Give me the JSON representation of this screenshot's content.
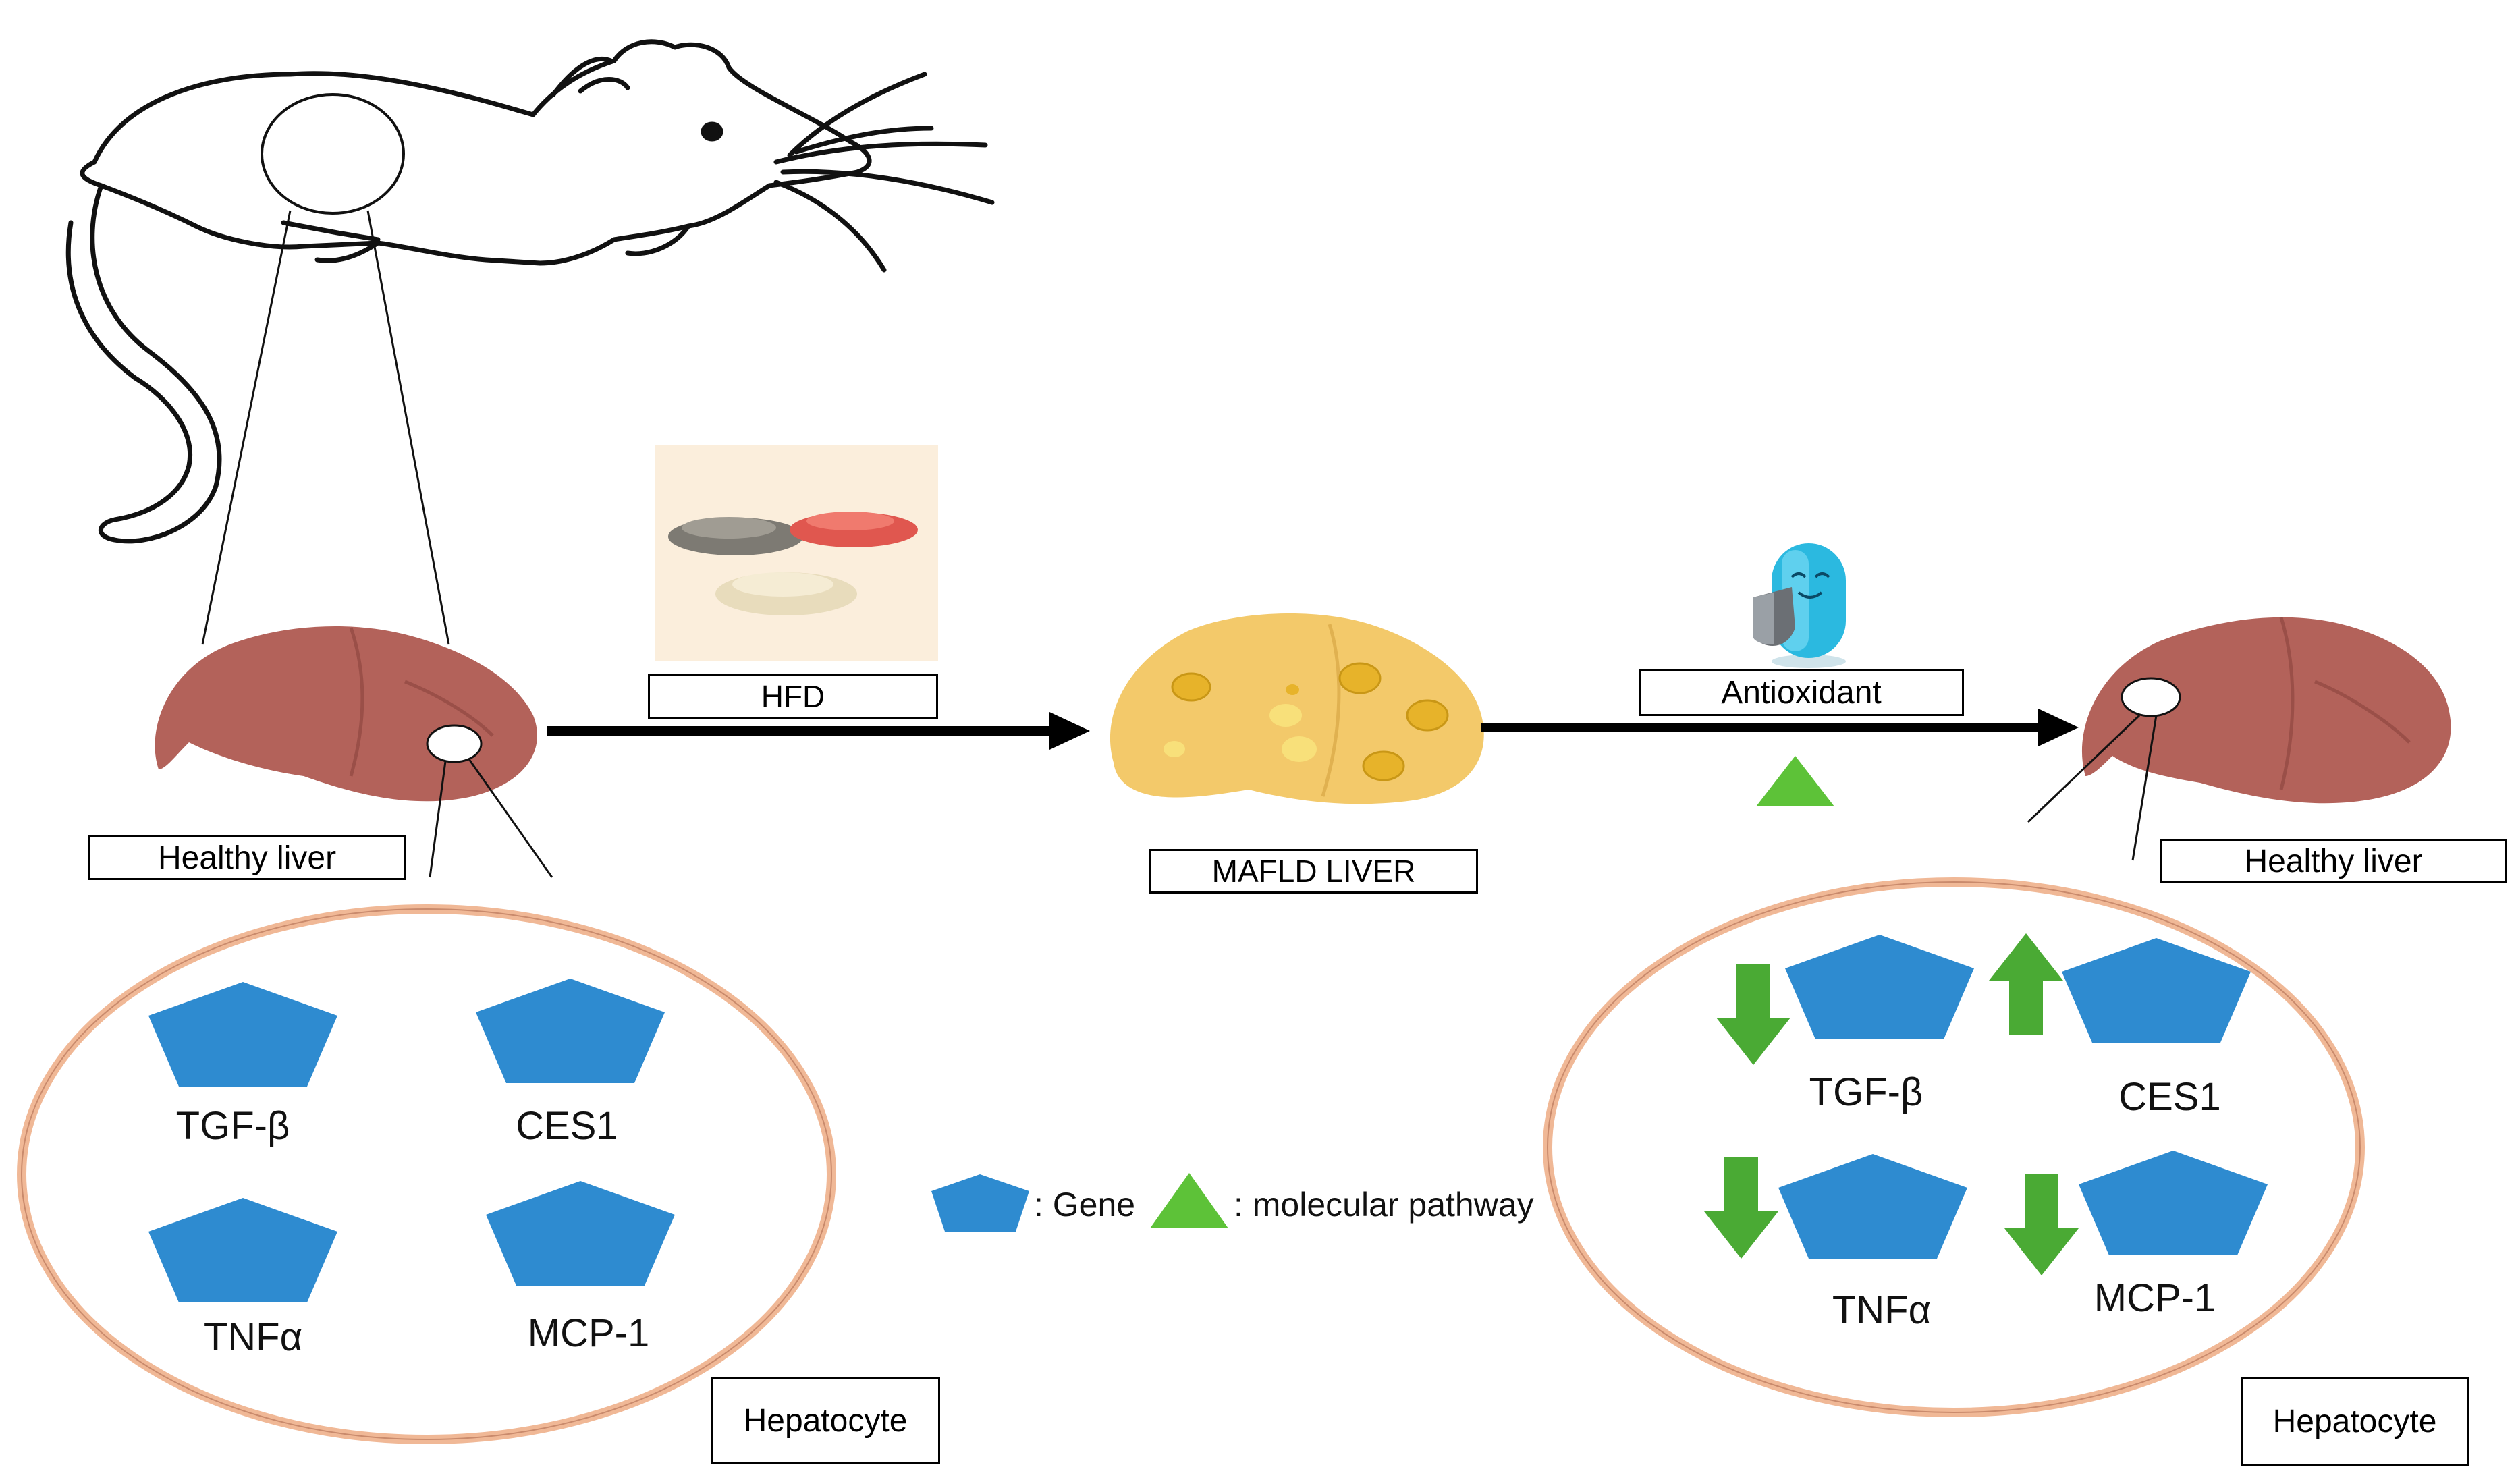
{
  "labels": {
    "healthy_liver_left": "Healthy liver",
    "healthy_liver_right": "Healthy liver",
    "hfd": "HFD",
    "mafld_liver": "MAFLD LIVER",
    "antioxidant": "Antioxidant",
    "hepatocyte_left": "Hepatocyte",
    "hepatocyte_right": "Hepatocyte"
  },
  "genes_left": [
    "TGF-β",
    "CES1",
    "TNFα",
    "MCP-1"
  ],
  "genes_right": [
    "TGF-β",
    "CES1",
    "TNFα",
    "MCP-1"
  ],
  "gene_changes_right": {
    "TGF-β": "down",
    "CES1": "up",
    "TNFα": "down",
    "MCP-1": "down"
  },
  "legend": {
    "gene": ": Gene",
    "pathway": ": molecular pathway"
  },
  "colors": {
    "gene_pentagon": "#2e8bd0",
    "pathway_triangle": "#5dc238",
    "arrow_green": "#4aaa34",
    "liver": "#b3625a",
    "mafld_liver": "#f3c96a",
    "cell_outline": "#f0b896",
    "hfd_background": "#fbeedc"
  },
  "icons": [
    "rat-outline-icon",
    "liver-icon",
    "fatty-liver-icon",
    "pellets-icon",
    "antioxidant-pill-icon"
  ]
}
